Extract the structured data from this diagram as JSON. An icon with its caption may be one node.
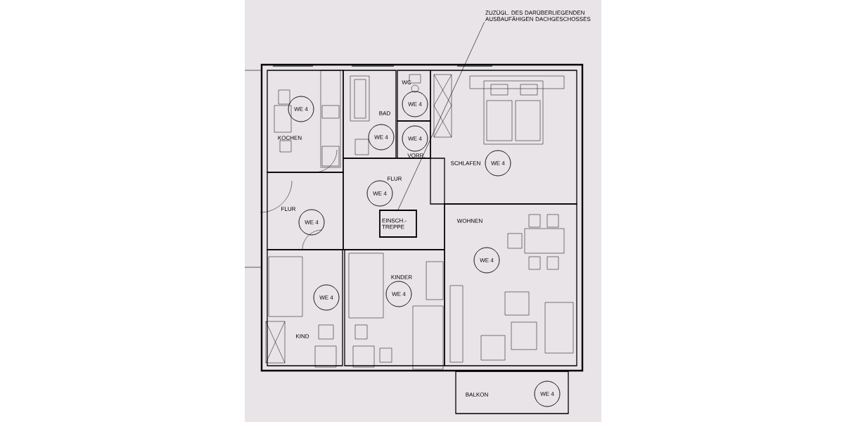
{
  "diagram": {
    "nodes": [
      {
        "text": [
          "ZUZÜGL. DES DARÜBERLIEGENDEN AUSBAUFÄHIGEN DACHGESCHOSSES"
        ]
      },
      {
        "text": [
          "KOCHEN"
        ]
      },
      {
        "text": [
          "WE 4"
        ],
        "in": 1
      },
      {
        "text": [
          "BAD"
        ]
      },
      {
        "text": [
          "WE 4"
        ],
        "in": 3
      },
      {
        "text": [
          "WC"
        ]
      },
      {
        "text": [
          "WE 4"
        ],
        "in": 5
      },
      {
        "text": [
          "VORR."
        ]
      },
      {
        "text": [
          "WE 4"
        ],
        "in": 7
      },
      {
        "text": [
          "SCHLAFEN"
        ]
      },
      {
        "text": [
          "WE 4"
        ],
        "in": 9
      },
      {
        "text": [
          "FLUR"
        ]
      },
      {
        "text": [
          "WE 4"
        ],
        "in": 11
      },
      {
        "text": [
          "EINSCH.- TREPPE"
        ],
        "in": 11
      },
      {
        "text": [
          "FLUR"
        ]
      },
      {
        "text": [
          "WE 4"
        ],
        "in": 14
      },
      {
        "text": [
          "WOHNEN"
        ]
      },
      {
        "text": [
          "WE 4"
        ],
        "in": 16
      },
      {
        "text": [
          "KIND"
        ]
      },
      {
        "text": [
          "WE 4"
        ],
        "in": 18
      },
      {
        "text": [
          "KINDER"
        ]
      },
      {
        "text": [
          "WE 4"
        ],
        "in": 20
      },
      {
        "text": [
          "BALKON"
        ]
      },
      {
        "text": [
          "WE 4"
        ],
        "in": 22
      }
    ],
    "edges": [
      {
        "from": 0,
        "to": 13,
        "arrow": "none"
      }
    ]
  }
}
